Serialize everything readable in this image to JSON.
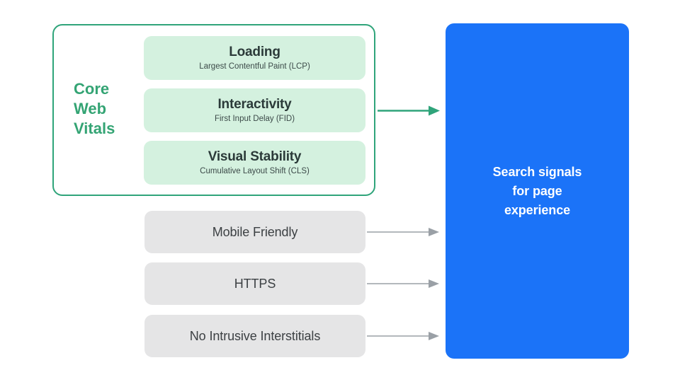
{
  "diagram": {
    "title": "Search signals for page experience",
    "colors": {
      "green_accent": "#34A474",
      "green_border": "#2FA47A",
      "green_pill_fill": "#D4F1DF",
      "gray_box_fill": "#E5E5E6",
      "gray_arrow": "#9AA0A6",
      "blue_fill": "#1B73F8",
      "dark_text": "#3C4043",
      "white_text": "#FFFFFF",
      "background": "#FFFFFF"
    }
  },
  "core_web_vitals": {
    "group_label": "Core Web Vitals",
    "group_label_lines": [
      "Core",
      "Web",
      "Vitals"
    ],
    "items": [
      {
        "title": "Loading",
        "subtitle": "Largest Contentful Paint (LCP)"
      },
      {
        "title": "Interactivity",
        "subtitle": "First Input Delay (FID)"
      },
      {
        "title": "Visual Stability",
        "subtitle": "Cumulative Layout Shift (CLS)"
      }
    ]
  },
  "other_signals": [
    {
      "label": "Mobile Friendly"
    },
    {
      "label": "HTTPS"
    },
    {
      "label": "No Intrusive Interstitials"
    }
  ],
  "destination": {
    "label": "Search signals\nfor page\nexperience"
  },
  "arrows": [
    {
      "name": "core-web-vitals-arrow",
      "color": "#2FA47A"
    },
    {
      "name": "mobile-friendly-arrow",
      "color": "#9AA0A6"
    },
    {
      "name": "https-arrow",
      "color": "#9AA0A6"
    },
    {
      "name": "no-intrusive-interstitials-arrow",
      "color": "#9AA0A6"
    }
  ]
}
